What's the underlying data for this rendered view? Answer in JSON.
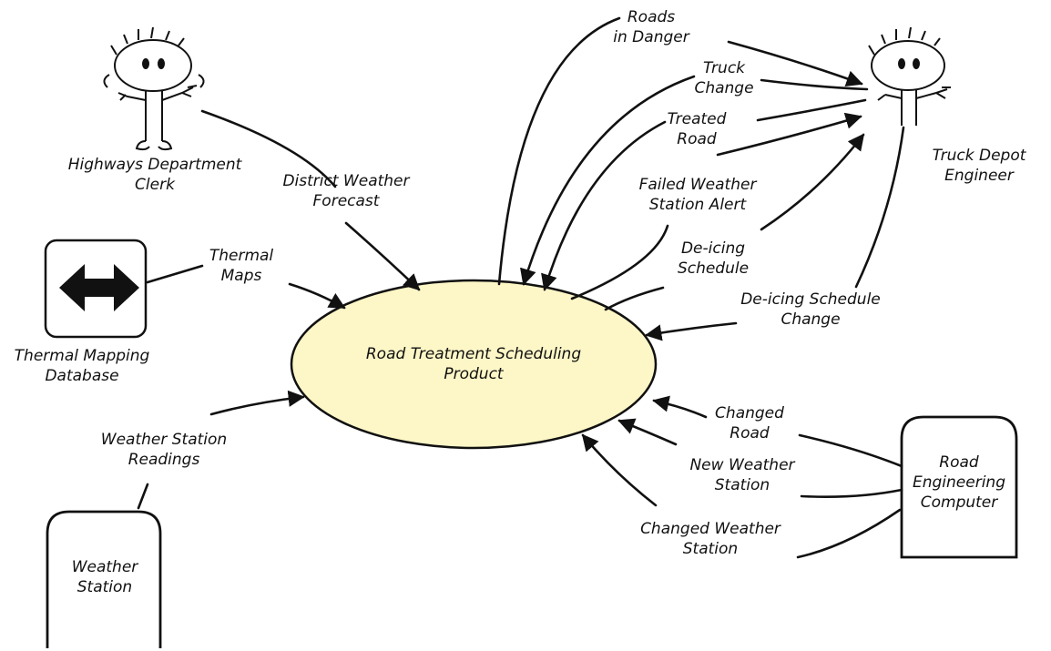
{
  "process": {
    "label": "Road Treatment Scheduling\nProduct"
  },
  "externals": {
    "highways_clerk": "Highways Department\nClerk",
    "truck_depot_engineer": "Truck Depot\nEngineer",
    "thermal_mapping_database": "Thermal Mapping\nDatabase",
    "weather_station": "Weather\nStation",
    "road_engineering_computer": "Road\nEngineering\nComputer"
  },
  "flows": {
    "district_weather_forecast": "District Weather\nForecast",
    "thermal_maps": "Thermal\nMaps",
    "weather_station_readings": "Weather Station\nReadings",
    "roads_in_danger": "Roads\nin Danger",
    "truck_change": "Truck\nChange",
    "treated_road": "Treated\nRoad",
    "failed_weather_station_alert": "Failed Weather\nStation Alert",
    "de_icing_schedule": "De-icing\nSchedule",
    "de_icing_schedule_change": "De-icing Schedule\nChange",
    "changed_road": "Changed\nRoad",
    "new_weather_station": "New Weather\nStation",
    "changed_weather_station": "Changed Weather\nStation"
  },
  "colors": {
    "process_fill": "#fdf6c6",
    "stroke": "#111111"
  }
}
